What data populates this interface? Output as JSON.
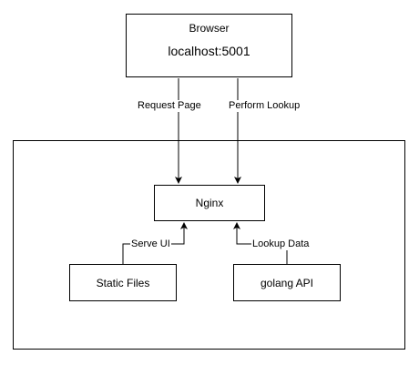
{
  "browser": {
    "title": "Browser",
    "url": "localhost:5001"
  },
  "edges": {
    "request_page": "Request Page",
    "perform_lookup": "Perform Lookup",
    "serve_ui": "Serve UI",
    "lookup_data": "Lookup Data"
  },
  "nodes": {
    "nginx": "Nginx",
    "static_files": "Static Files",
    "golang_api": "golang API"
  }
}
